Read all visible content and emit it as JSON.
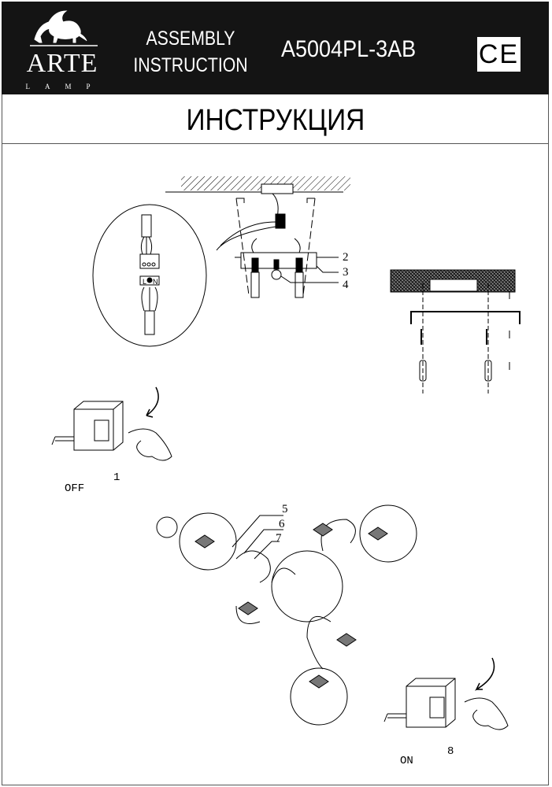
{
  "header": {
    "brand": "ARTE",
    "brand_sub": "LAMP",
    "doc_type_line1": "ASSEMBLY",
    "doc_type_line2": "INSTRUCTION",
    "model": "A5004PL-3AB",
    "certification": "CE"
  },
  "title": "ИНСТРУКЦИЯ",
  "callouts": {
    "wiring_labels": {
      "l": "L",
      "n": "N"
    },
    "part_2": "2",
    "part_3": "3",
    "part_4": "4",
    "part_5": "5",
    "part_6": "6",
    "part_7": "7"
  },
  "steps": {
    "switch_off_label": "OFF",
    "step_1": "1",
    "switch_on_label": "ON",
    "step_8": "8"
  }
}
